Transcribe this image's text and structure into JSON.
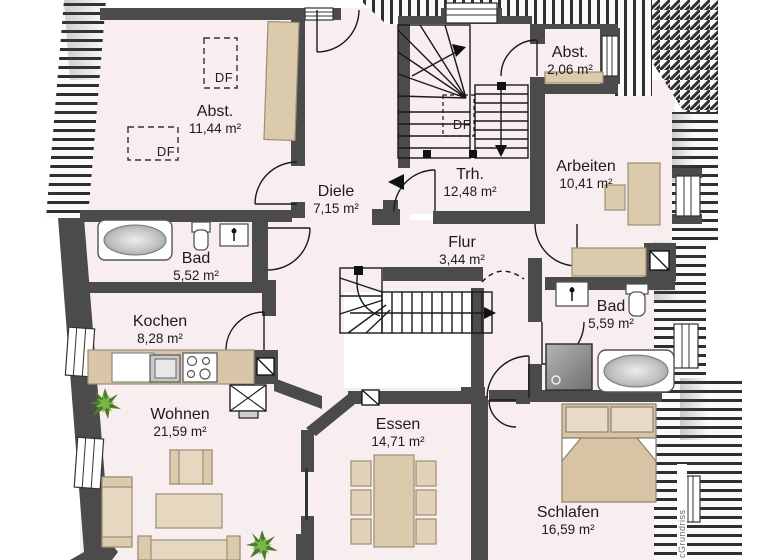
{
  "plan": {
    "watermark": "cGrundriss",
    "rooms": [
      {
        "name": "Abst.",
        "area": "11,44 m²"
      },
      {
        "name": "Diele",
        "area": "7,15 m²"
      },
      {
        "name": "Trh.",
        "area": "12,48 m²"
      },
      {
        "name": "Abst.",
        "area": "2,06 m²"
      },
      {
        "name": "Arbeiten",
        "area": "10,41 m²"
      },
      {
        "name": "Flur",
        "area": "3,44 m²"
      },
      {
        "name": "Bad",
        "area": "5,52 m²"
      },
      {
        "name": "Kochen",
        "area": "8,28 m²"
      },
      {
        "name": "Wohnen",
        "area": "21,59 m²"
      },
      {
        "name": "Essen",
        "area": "14,71 m²"
      },
      {
        "name": "Bad",
        "area": "5,59 m²"
      },
      {
        "name": "Schlafen",
        "area": "16,59 m²"
      }
    ],
    "skylights": [
      {
        "label": "DF"
      },
      {
        "label": "DF"
      },
      {
        "label": "DF"
      }
    ],
    "colors": {
      "wall": "#4b4b4b",
      "floor": "#f8eef0",
      "furniture": "#dccaad",
      "plant": "#4e7d2a"
    }
  }
}
